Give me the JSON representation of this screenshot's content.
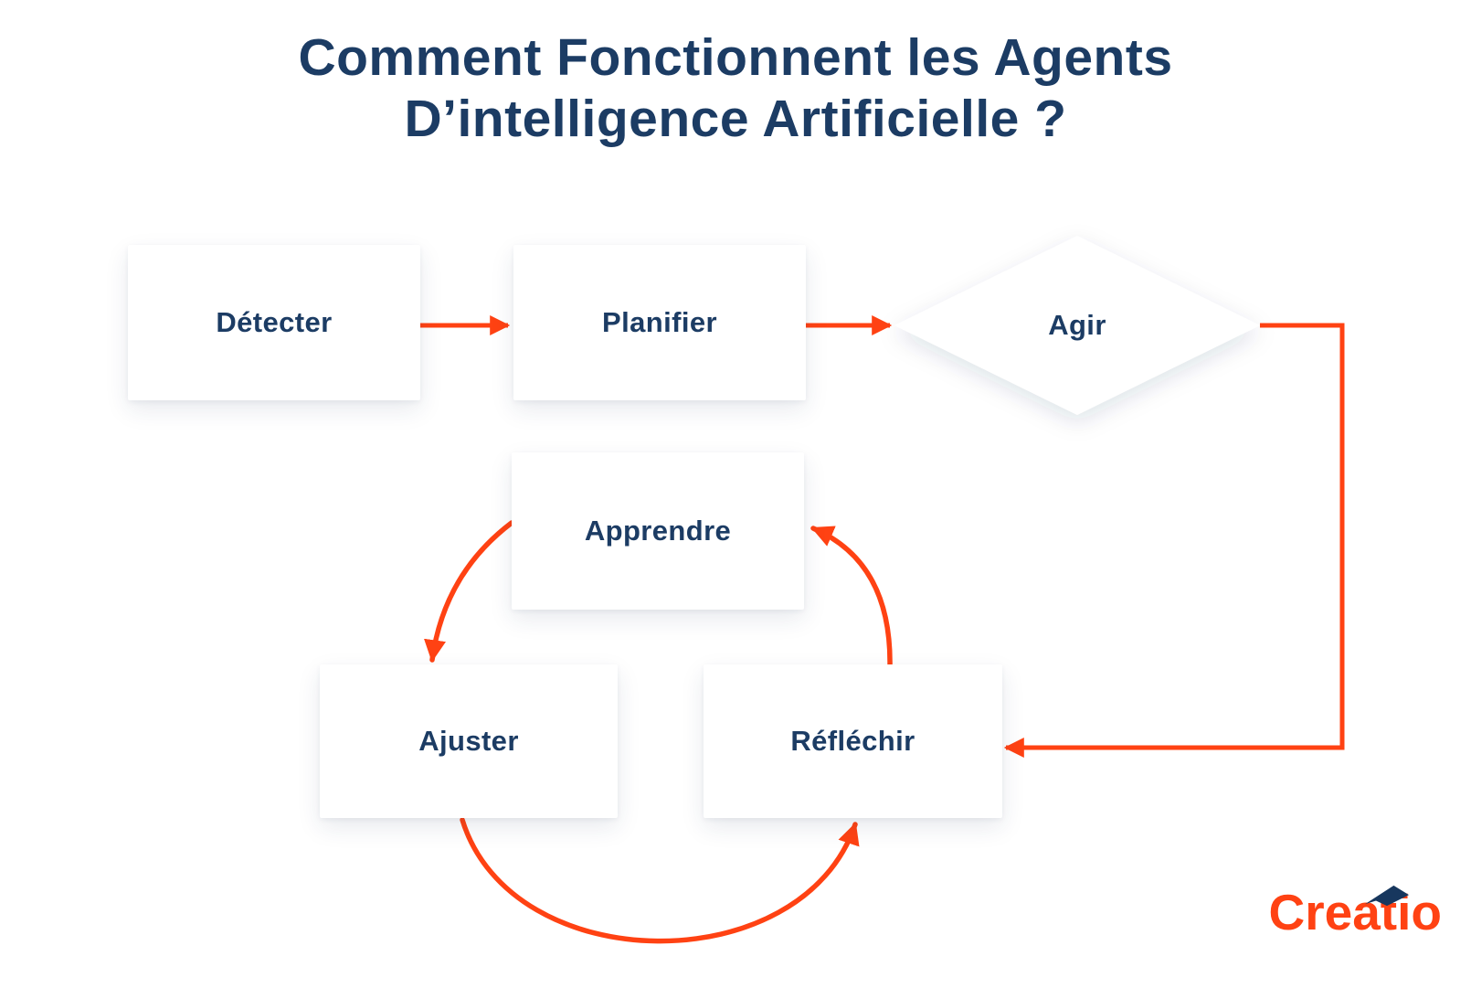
{
  "title": {
    "line1": "Comment Fonctionnent les Agents",
    "line2": "D’intelligence Artificielle ?"
  },
  "nodes": {
    "detecter": {
      "label": "Détecter",
      "shape": "rectangle"
    },
    "planifier": {
      "label": "Planifier",
      "shape": "rectangle"
    },
    "agir": {
      "label": "Agir",
      "shape": "diamond"
    },
    "apprendre": {
      "label": "Apprendre",
      "shape": "rectangle"
    },
    "ajuster": {
      "label": "Ajuster",
      "shape": "rectangle"
    },
    "reflechir": {
      "label": "Réfléchir",
      "shape": "rectangle"
    }
  },
  "edges": [
    {
      "from": "Détecter",
      "to": "Planifier",
      "style": "straight"
    },
    {
      "from": "Planifier",
      "to": "Agir",
      "style": "straight"
    },
    {
      "from": "Agir",
      "to": "Réfléchir",
      "style": "elbow"
    },
    {
      "from": "Apprendre",
      "to": "Ajuster",
      "style": "arc"
    },
    {
      "from": "Ajuster",
      "to": "Réfléchir",
      "style": "arc"
    },
    {
      "from": "Réfléchir",
      "to": "Apprendre",
      "style": "arc"
    }
  ],
  "logo": {
    "text": "Creatio"
  },
  "colors": {
    "accent_orange": "#FF4213",
    "navy_text": "#1C3C64",
    "node_background": "#FFFFFF",
    "page_background": "#FFFFFF"
  }
}
